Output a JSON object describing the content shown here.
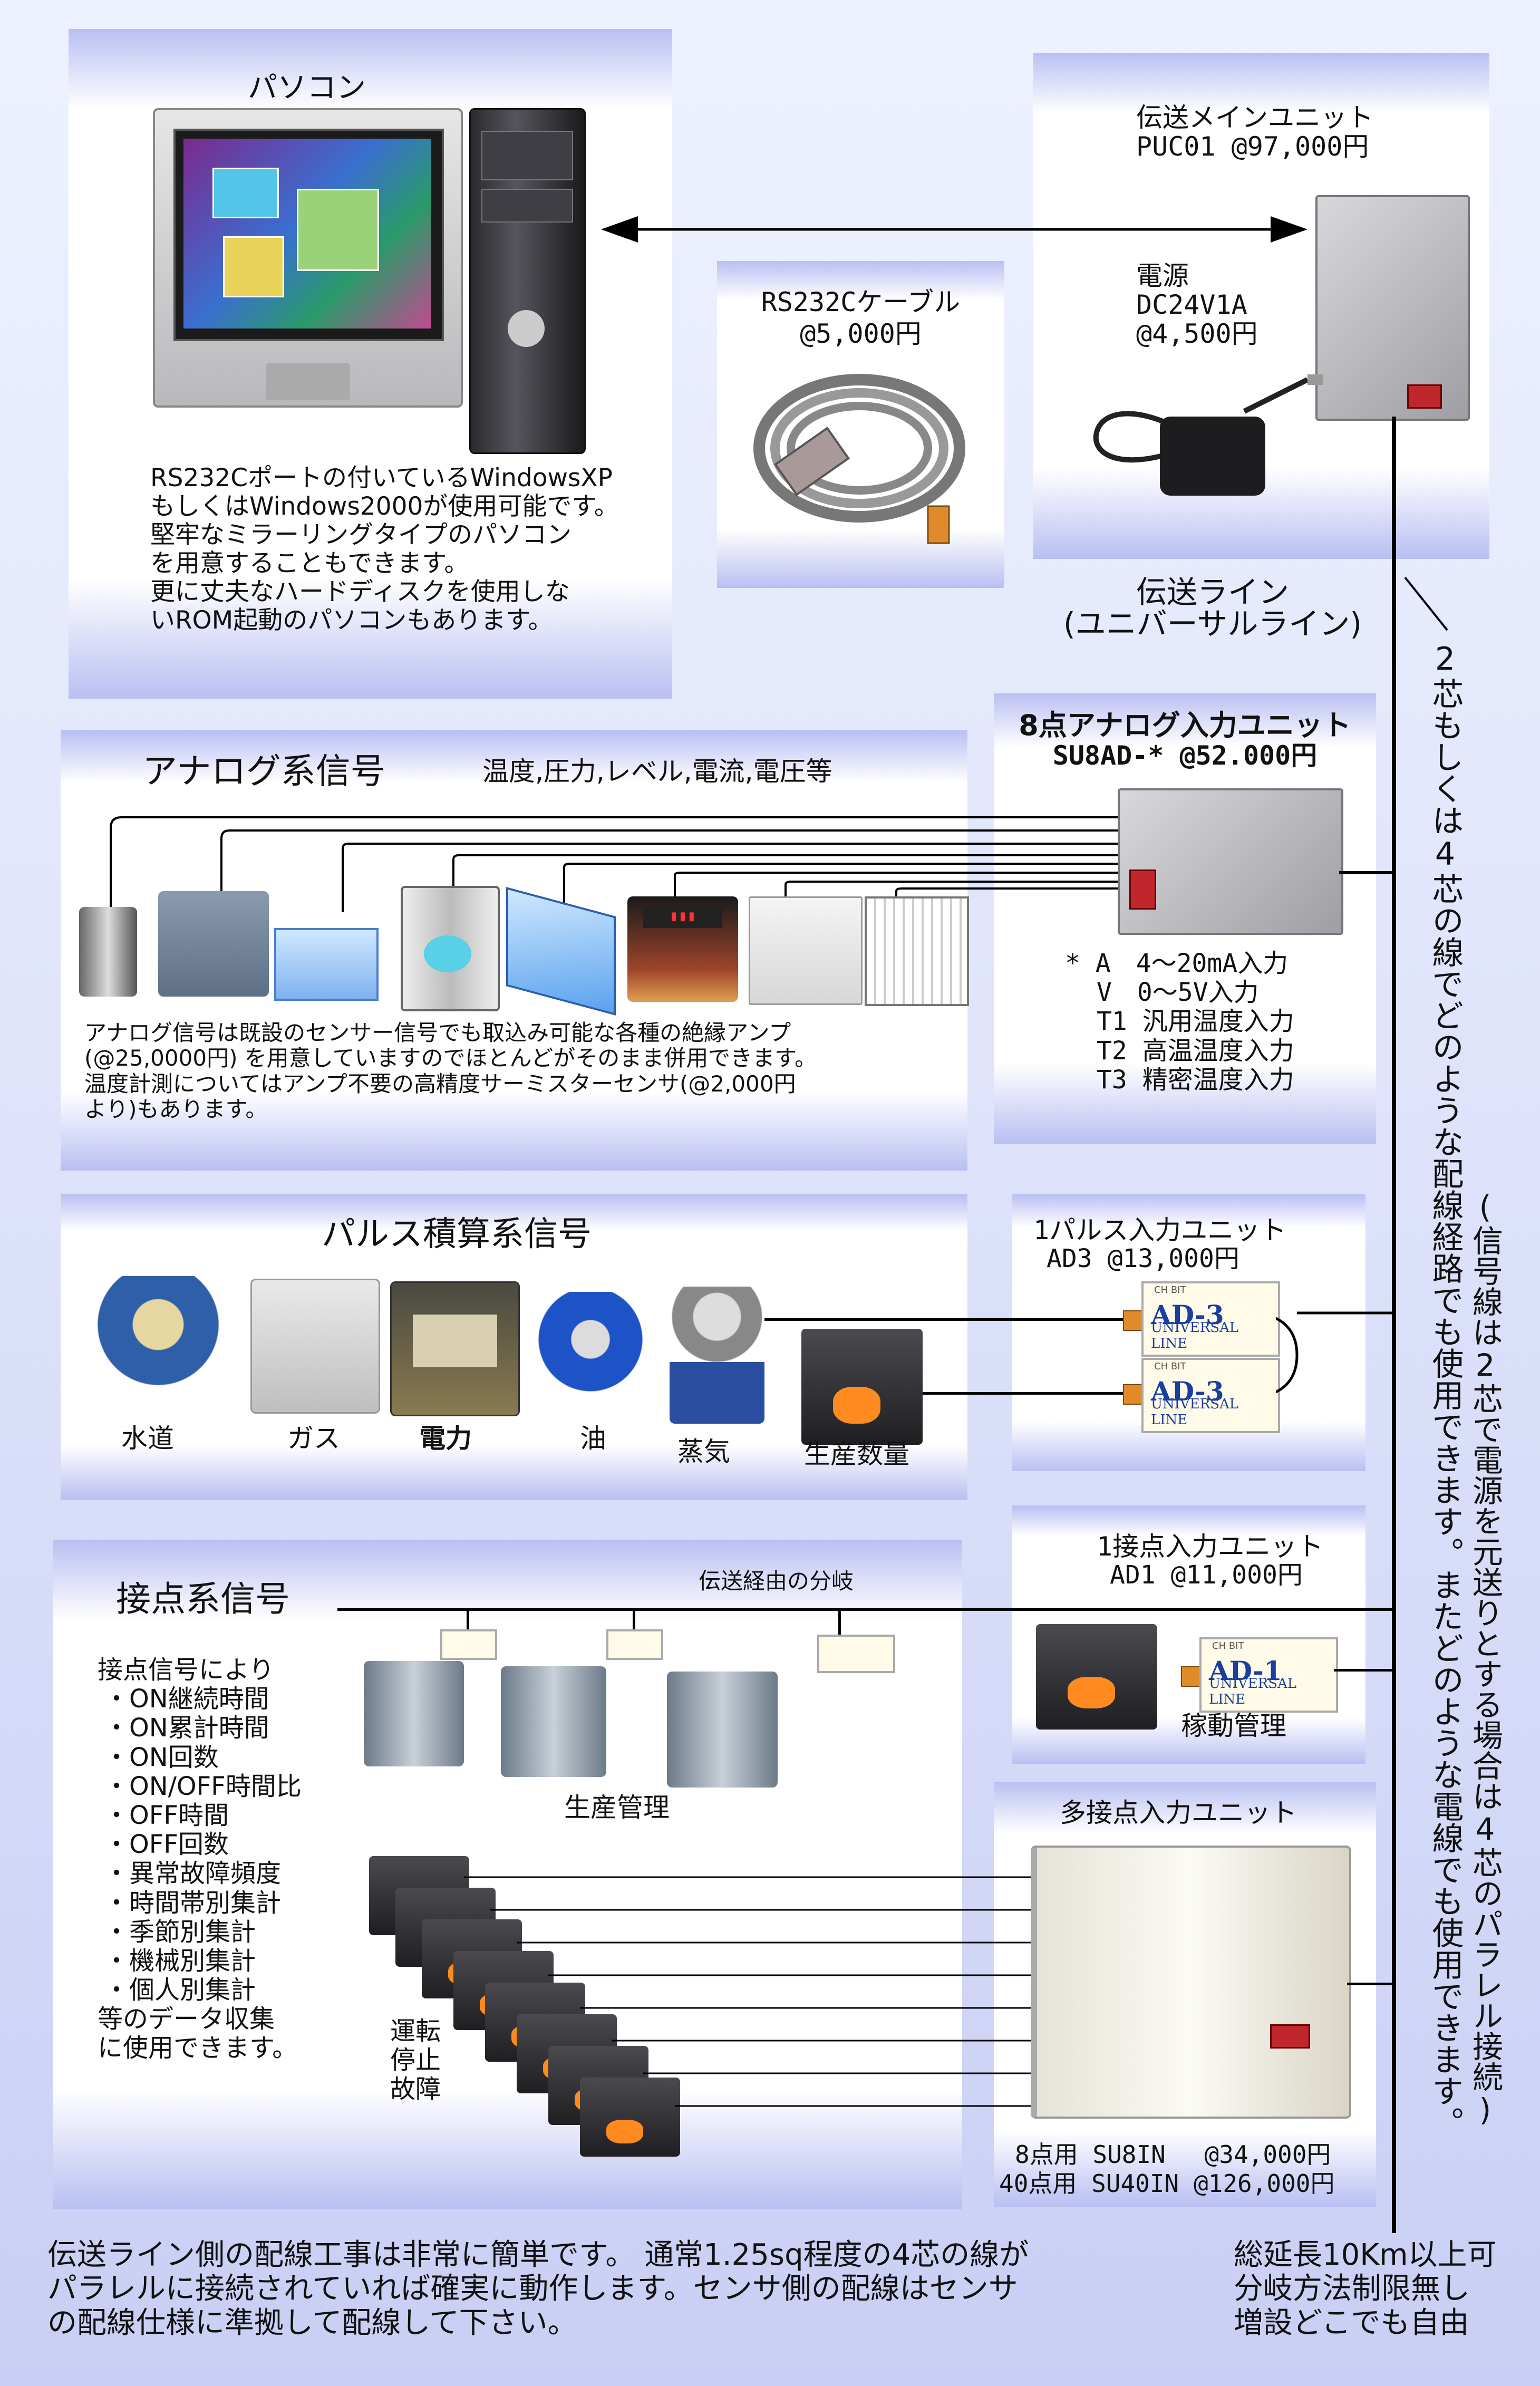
{
  "pc": {
    "title": "パソコン",
    "desc": [
      "RS232Cポートの付いているWindowsXP",
      "もしくはWindows2000が使用可能です。",
      "堅牢なミラーリングタイプのパソコン",
      "を用意することもできます。",
      "更に丈夫なハードディスクを使用しな",
      "いROM起動のパソコンもあります。"
    ]
  },
  "cable": {
    "name": "RS232Cケーブル",
    "price": "@5,000円"
  },
  "main_unit": {
    "name": "伝送メインユニット",
    "model": "PUC01 @97,000円"
  },
  "power": {
    "name": "電源",
    "model": "DC24V1A",
    "price": "@4,500円"
  },
  "transmission_line": {
    "line1": "伝送ライン",
    "line2": "(ユニバーサルライン)"
  },
  "vertical_note1": "2芯もしくは4芯の線でどのような配線経路でも使用できます。またどのような電線でも使用できます。",
  "vertical_note2": "(信号線は2芯で電源を元送りとする場合は4芯のパラレル接続)",
  "analog": {
    "title": "アナログ系信号",
    "subtitle": "温度,圧力,レベル,電流,電圧等",
    "desc": [
      "アナログ信号は既設のセンサー信号でも取込み可能な各種の絶縁アンプ",
      "(@25,0000円) を用意していますのでほとんどがそのまま併用できます。",
      "温度計測についてはアンプ不要の高精度サーミスターセンサ(@2,000円",
      "より)もあります。"
    ]
  },
  "analog_unit": {
    "name": "8点アナログ入力ユニット",
    "model": "SU8AD-* @52.000円",
    "specs": [
      "* A　4～20mA入力",
      "V　0～5V入力",
      "T1 汎用温度入力",
      "T2 高温温度入力",
      "T3 精密温度入力"
    ]
  },
  "pulse": {
    "title": "パルス積算系信号",
    "items": [
      "水道",
      "ガス",
      "電力",
      "油",
      "蒸気",
      "生産数量"
    ]
  },
  "pulse_unit": {
    "name": "1パルス入力ユニット",
    "model": "AD3 @13,000円",
    "card_label": "AD-3",
    "card_sub": "UNIVERSAL LINE",
    "card_num": "CH BIT"
  },
  "contact": {
    "title": "接点系信号",
    "branch_label": "伝送経由の分岐",
    "production_label": "生産管理",
    "uses": [
      "接点信号により",
      "・ON継続時間",
      "・ON累計時間",
      "・ON回数",
      "・ON/OFF時間比",
      "・OFF時間",
      "・OFF回数",
      "・異常故障頻度",
      "・時間帯別集計",
      "・季節別集計",
      "・機械別集計",
      "・個人別集計",
      "等のデータ収集",
      "に使用できます。"
    ],
    "states": [
      "運転",
      "停止",
      "故障"
    ]
  },
  "contact_unit": {
    "name": "1接点入力ユニット",
    "model": "AD1 @11,000円",
    "label": "稼動管理",
    "card_label": "AD-1",
    "card_sub": "UNIVERSAL LINE"
  },
  "multi_unit": {
    "name": "多接点入力ユニット",
    "models": [
      "8点用 SU8IN　 @34,000円",
      "40点用 SU40IN @126,000円"
    ]
  },
  "footer": {
    "left": [
      "伝送ライン側の配線工事は非常に簡単です。 通常1.25sq程度の4芯の線が",
      "パラレルに接続されていれば確実に動作します。センサ側の配線はセンサ",
      "の配線仕様に準拠して配線して下さい。"
    ],
    "right": [
      "総延長10Km以上可",
      "分岐方法制限無し",
      "増設どこでも自由"
    ]
  }
}
